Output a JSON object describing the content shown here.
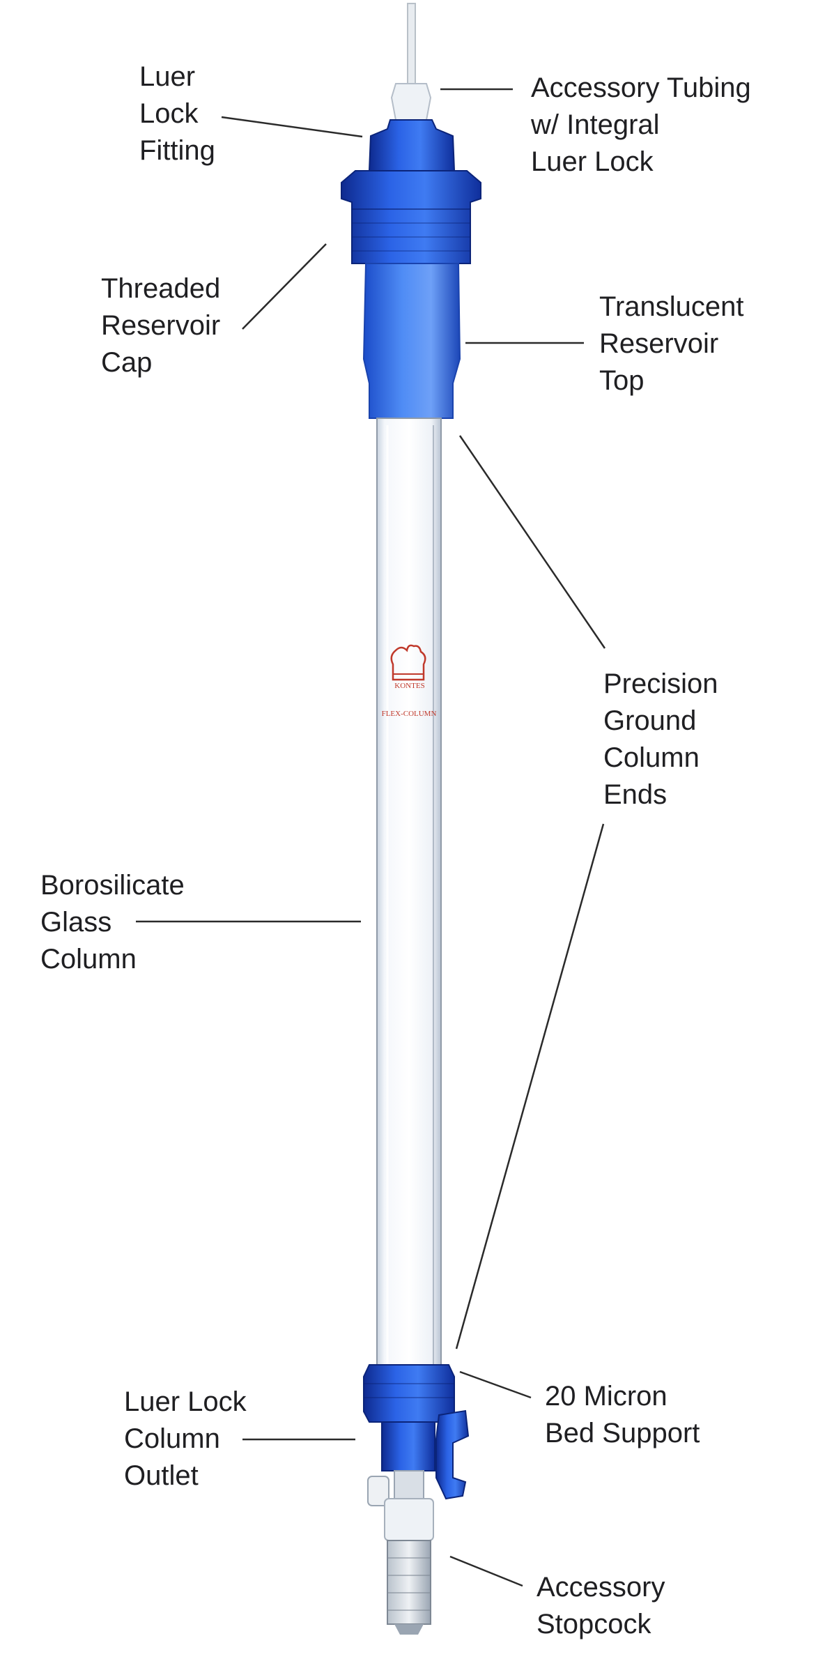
{
  "colors": {
    "background": "#ffffff",
    "label_text": "#1f1f22",
    "leader_line": "#2a2a2a",
    "blue_part": "#1f4fd6",
    "blue_dark": "#102f9e",
    "glass": "#eef2f7",
    "brand_mark": "#c0392b"
  },
  "labels": {
    "luer_lock_fitting": "Luer\nLock\nFitting",
    "accessory_tubing": "Accessory Tubing\nw/ Integral\nLuer Lock",
    "threaded_reservoir_cap": "Threaded\nReservoir\nCap",
    "translucent_reservoir_top": "Translucent\nReservoir\nTop",
    "precision_ground_column_ends": "Precision\nGround\nColumn\nEnds",
    "borosilicate_glass_column": "Borosilicate\nGlass\nColumn",
    "luer_lock_column_outlet": "Luer Lock\nColumn\nOutlet",
    "bed_support": "20 Micron\nBed Support",
    "accessory_stopcock": "Accessory\nStopcock"
  },
  "glass_markings": {
    "brand": "KONTES",
    "product": "FLEX-COLUMN"
  },
  "icons": {
    "brand_logo": "kontes-crown-logo",
    "stopcock": "stopcock-valve-icon"
  }
}
